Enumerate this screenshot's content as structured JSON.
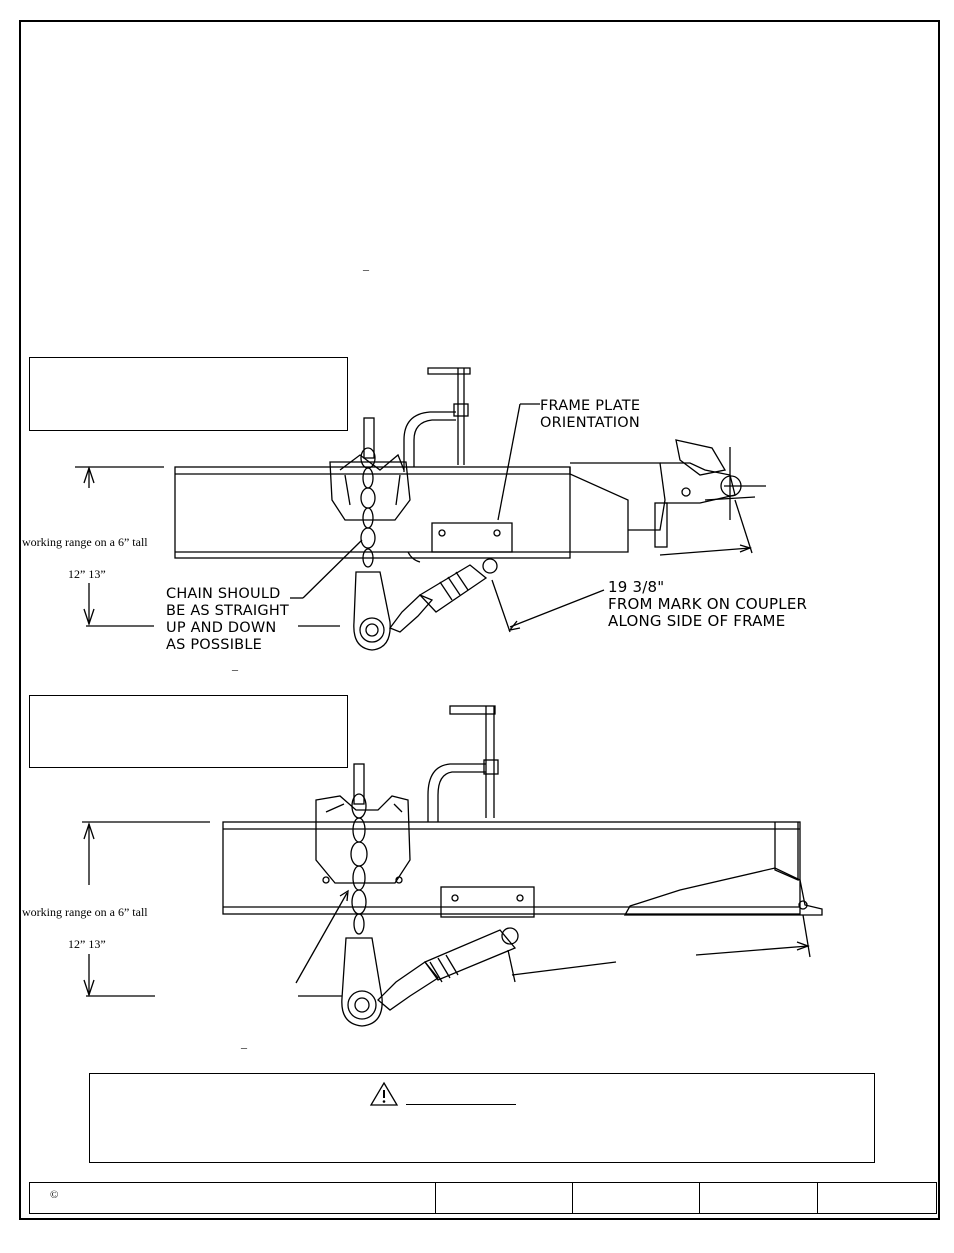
{
  "page": {
    "top_dash": "_",
    "figure1": {
      "label_frame_plate": "FRAME PLATE\nORIENTATION",
      "label_working_range": "working range on a 6” tall",
      "label_range_values": "12” 13”",
      "label_chain": "CHAIN SHOULD\nBE AS STRAIGHT\nUP AND DOWN\nAS POSSIBLE",
      "label_measure": "19 3/8\"\nFROM MARK ON COUPLER\nALONG SIDE OF FRAME",
      "caption_dash": "_"
    },
    "figure2": {
      "label_working_range": "working range on a 6” tall",
      "label_range_values": "12” 13”",
      "caption_dash": "_"
    },
    "warning": {
      "icon": "warning-triangle-icon"
    },
    "footer": {
      "copyright": "©"
    }
  }
}
